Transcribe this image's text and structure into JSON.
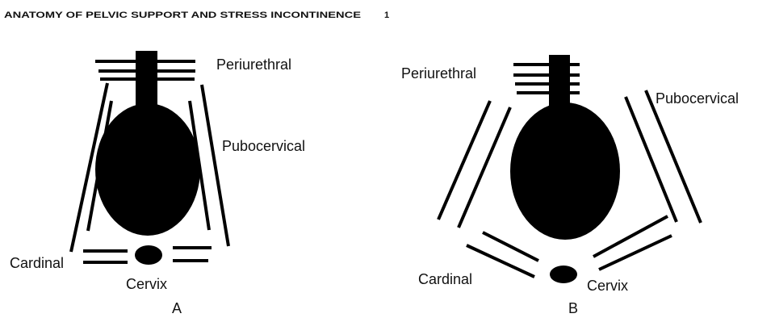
{
  "header": {
    "title": "ANATOMY OF PELVIC SUPPORT AND STRESS INCONTINENCE",
    "page_number": "1"
  },
  "panel_a": {
    "label": "A",
    "periurethral": "Periurethral",
    "pubocervical": "Pubocervical",
    "cardinal": "Cardinal",
    "cervix": "Cervix"
  },
  "panel_b": {
    "label": "B",
    "periurethral": "Periurethral",
    "pubocervical": "Pubocervical",
    "cardinal": "Cardinal",
    "cervix": "Cervix"
  }
}
